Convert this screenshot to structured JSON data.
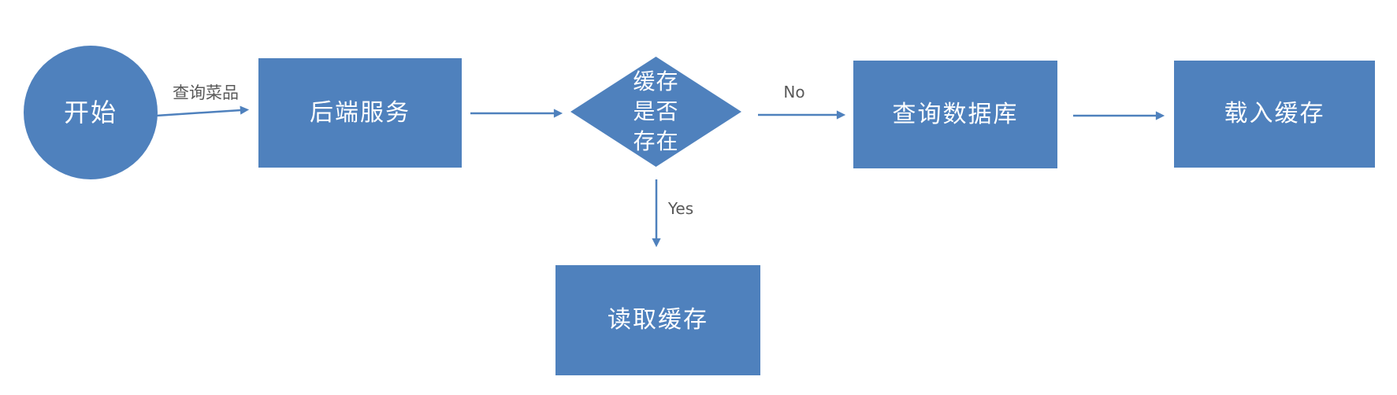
{
  "diagram": {
    "type": "flowchart",
    "background": "#FFFFFF",
    "nodes": {
      "start": {
        "shape": "circle",
        "label": "开始"
      },
      "backend": {
        "shape": "rect",
        "label": "后端服务"
      },
      "cache_check": {
        "shape": "diamond",
        "label": "缓存是否存在",
        "lines": [
          "缓存",
          "是否",
          "存在"
        ]
      },
      "query_db": {
        "shape": "rect",
        "label": "查询数据库"
      },
      "load_cache": {
        "shape": "rect",
        "label": "载入缓存"
      },
      "read_cache": {
        "shape": "rect",
        "label": "读取缓存"
      }
    },
    "edges": {
      "start_to_backend": {
        "from": "start",
        "to": "backend",
        "label": "查询菜品"
      },
      "backend_to_cache_check": {
        "from": "backend",
        "to": "cache_check",
        "label": ""
      },
      "cache_check_to_query_db": {
        "from": "cache_check",
        "to": "query_db",
        "label": "No"
      },
      "query_db_to_load_cache": {
        "from": "query_db",
        "to": "load_cache",
        "label": ""
      },
      "cache_check_to_read_cache": {
        "from": "cache_check",
        "to": "read_cache",
        "label": "Yes"
      }
    },
    "colors": {
      "shape_fill": "#4F81BD",
      "arrow_stroke": "#4F81BD",
      "node_text": "#FFFFFF",
      "edge_label_text": "#595959",
      "background": "#FFFFFF"
    }
  }
}
